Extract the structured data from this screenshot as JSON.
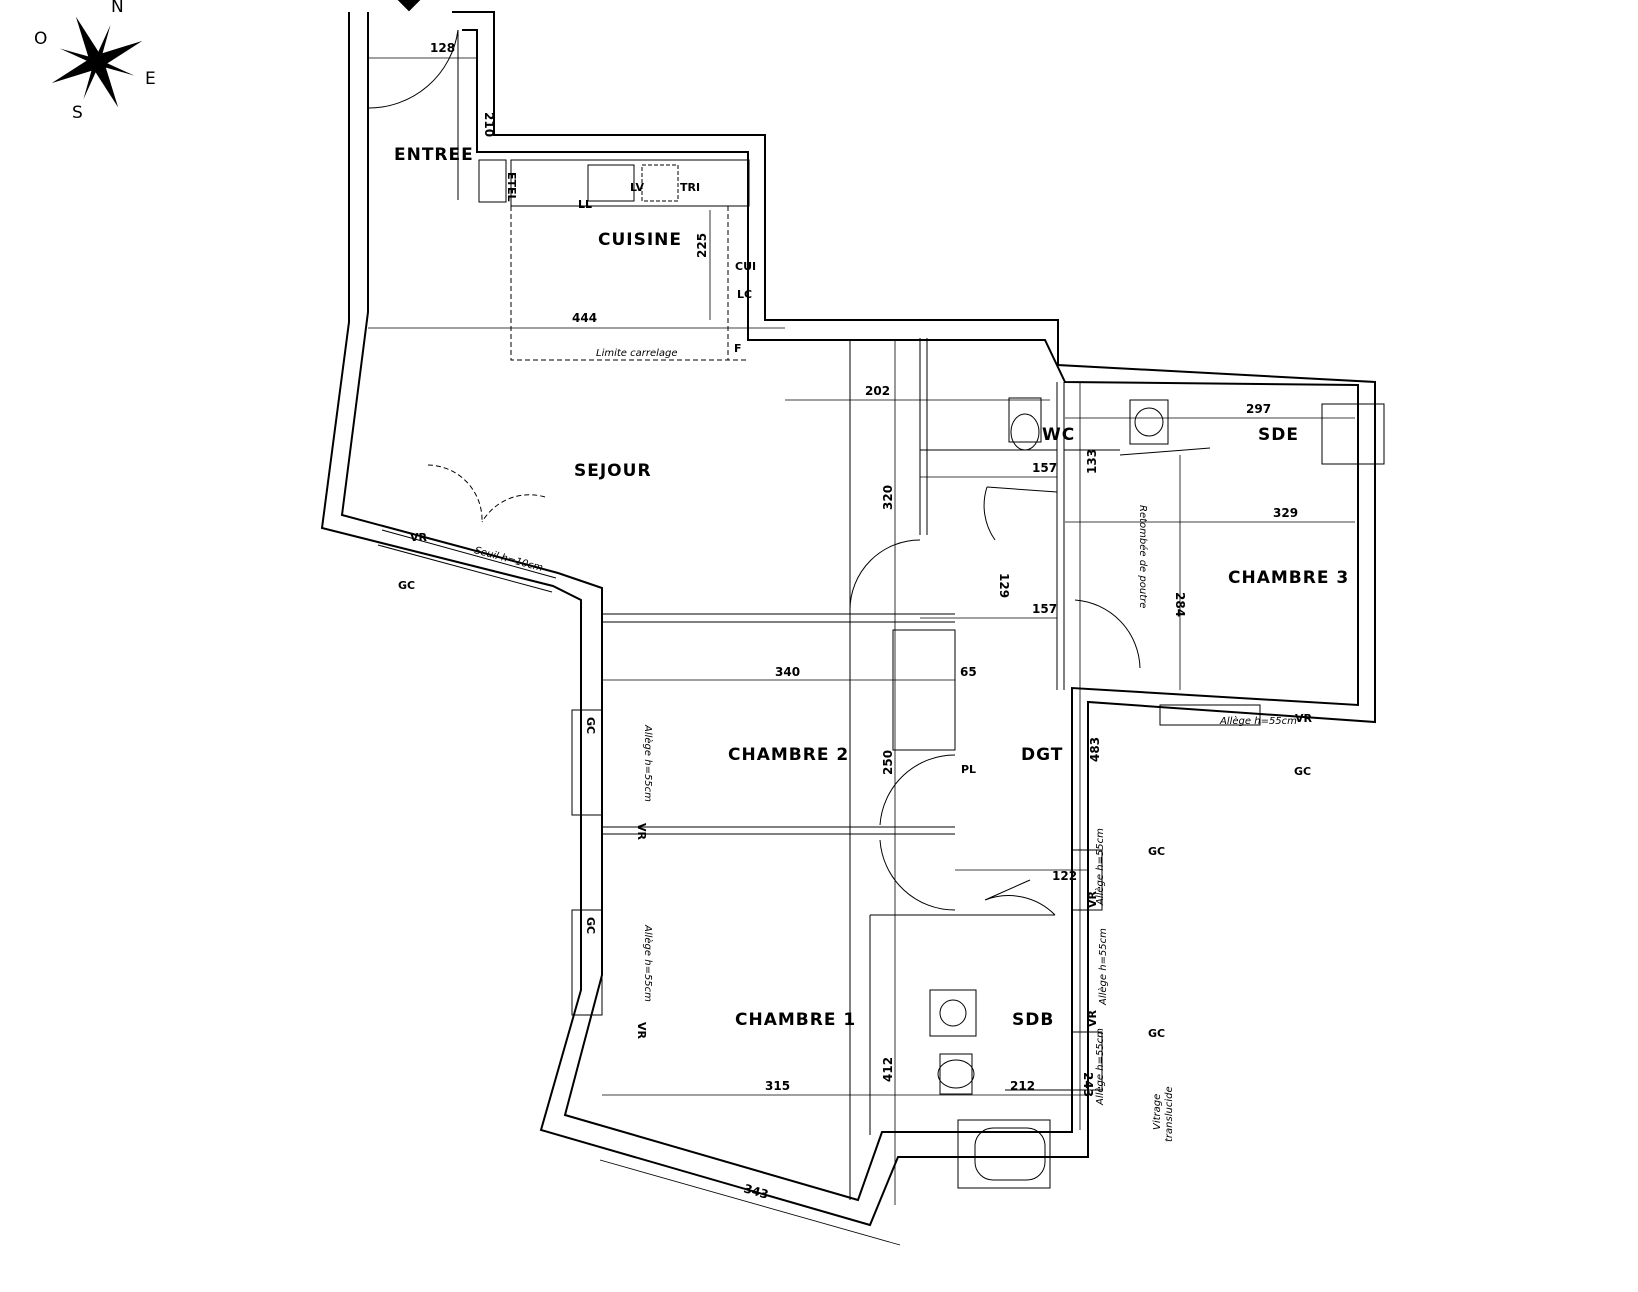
{
  "compass": {
    "labels": [
      "N",
      "E",
      "S",
      "O"
    ]
  },
  "rooms": [
    {
      "id": "entree",
      "label": "ENTREE"
    },
    {
      "id": "cuisine",
      "label": "CUISINE"
    },
    {
      "id": "sejour",
      "label": "SEJOUR"
    },
    {
      "id": "wc",
      "label": "WC"
    },
    {
      "id": "sde",
      "label": "SDE"
    },
    {
      "id": "chambre3",
      "label": "CHAMBRE 3"
    },
    {
      "id": "chambre2",
      "label": "CHAMBRE 2"
    },
    {
      "id": "dgt",
      "label": "DGT"
    },
    {
      "id": "chambre1",
      "label": "CHAMBRE 1"
    },
    {
      "id": "sdb",
      "label": "SDB"
    }
  ],
  "fixtures": [
    {
      "id": "etel",
      "label": "ETEL"
    },
    {
      "id": "ll",
      "label": "LL"
    },
    {
      "id": "lv",
      "label": "LV"
    },
    {
      "id": "tri",
      "label": "TRI"
    },
    {
      "id": "cui",
      "label": "CUI"
    },
    {
      "id": "lc",
      "label": "LC"
    },
    {
      "id": "f",
      "label": "F"
    },
    {
      "id": "pl",
      "label": "PL"
    },
    {
      "id": "vr1",
      "label": "VR"
    },
    {
      "id": "gc1",
      "label": "GC"
    },
    {
      "id": "gc2",
      "label": "GC"
    },
    {
      "id": "vr2",
      "label": "VR"
    },
    {
      "id": "gc3",
      "label": "GC"
    },
    {
      "id": "vr3",
      "label": "VR"
    },
    {
      "id": "gc4",
      "label": "GC"
    },
    {
      "id": "vr4",
      "label": "VR"
    },
    {
      "id": "gc5",
      "label": "GC"
    },
    {
      "id": "vr5",
      "label": "VR"
    },
    {
      "id": "gc6",
      "label": "GC"
    },
    {
      "id": "vr6",
      "label": "VR"
    }
  ],
  "dimensions": [
    {
      "id": "d128",
      "label": "128"
    },
    {
      "id": "d210",
      "label": "210"
    },
    {
      "id": "d225",
      "label": "225"
    },
    {
      "id": "d444",
      "label": "444"
    },
    {
      "id": "d202",
      "label": "202"
    },
    {
      "id": "d320",
      "label": "320"
    },
    {
      "id": "d157a",
      "label": "157"
    },
    {
      "id": "d133",
      "label": "133"
    },
    {
      "id": "d297",
      "label": "297"
    },
    {
      "id": "d329",
      "label": "329"
    },
    {
      "id": "d284",
      "label": "284"
    },
    {
      "id": "d129",
      "label": "129"
    },
    {
      "id": "d157b",
      "label": "157"
    },
    {
      "id": "d340",
      "label": "340"
    },
    {
      "id": "d65",
      "label": "65"
    },
    {
      "id": "d250",
      "label": "250"
    },
    {
      "id": "d483",
      "label": "483"
    },
    {
      "id": "d122",
      "label": "122"
    },
    {
      "id": "d412",
      "label": "412"
    },
    {
      "id": "d315",
      "label": "315"
    },
    {
      "id": "d212",
      "label": "212"
    },
    {
      "id": "d243",
      "label": "243"
    },
    {
      "id": "d343",
      "label": "343"
    }
  ],
  "notes": [
    {
      "id": "limite",
      "label": "Limite carrelage"
    },
    {
      "id": "seuil",
      "label": "Seuil h=10cm"
    },
    {
      "id": "retombee1",
      "label": "Retombée de poutre"
    },
    {
      "id": "allege1",
      "label": "Allège h=55cm"
    },
    {
      "id": "allege2",
      "label": "Allège h=55cm"
    },
    {
      "id": "allege3",
      "label": "Allège h=55cm"
    },
    {
      "id": "allege4",
      "label": "Allège h=55cm"
    },
    {
      "id": "allege5",
      "label": "Allège h=55cm"
    },
    {
      "id": "allege6",
      "label": "Allège h=55cm"
    },
    {
      "id": "vitrage1",
      "label": "Vitrage"
    },
    {
      "id": "vitrage2",
      "label": "translucide"
    }
  ]
}
